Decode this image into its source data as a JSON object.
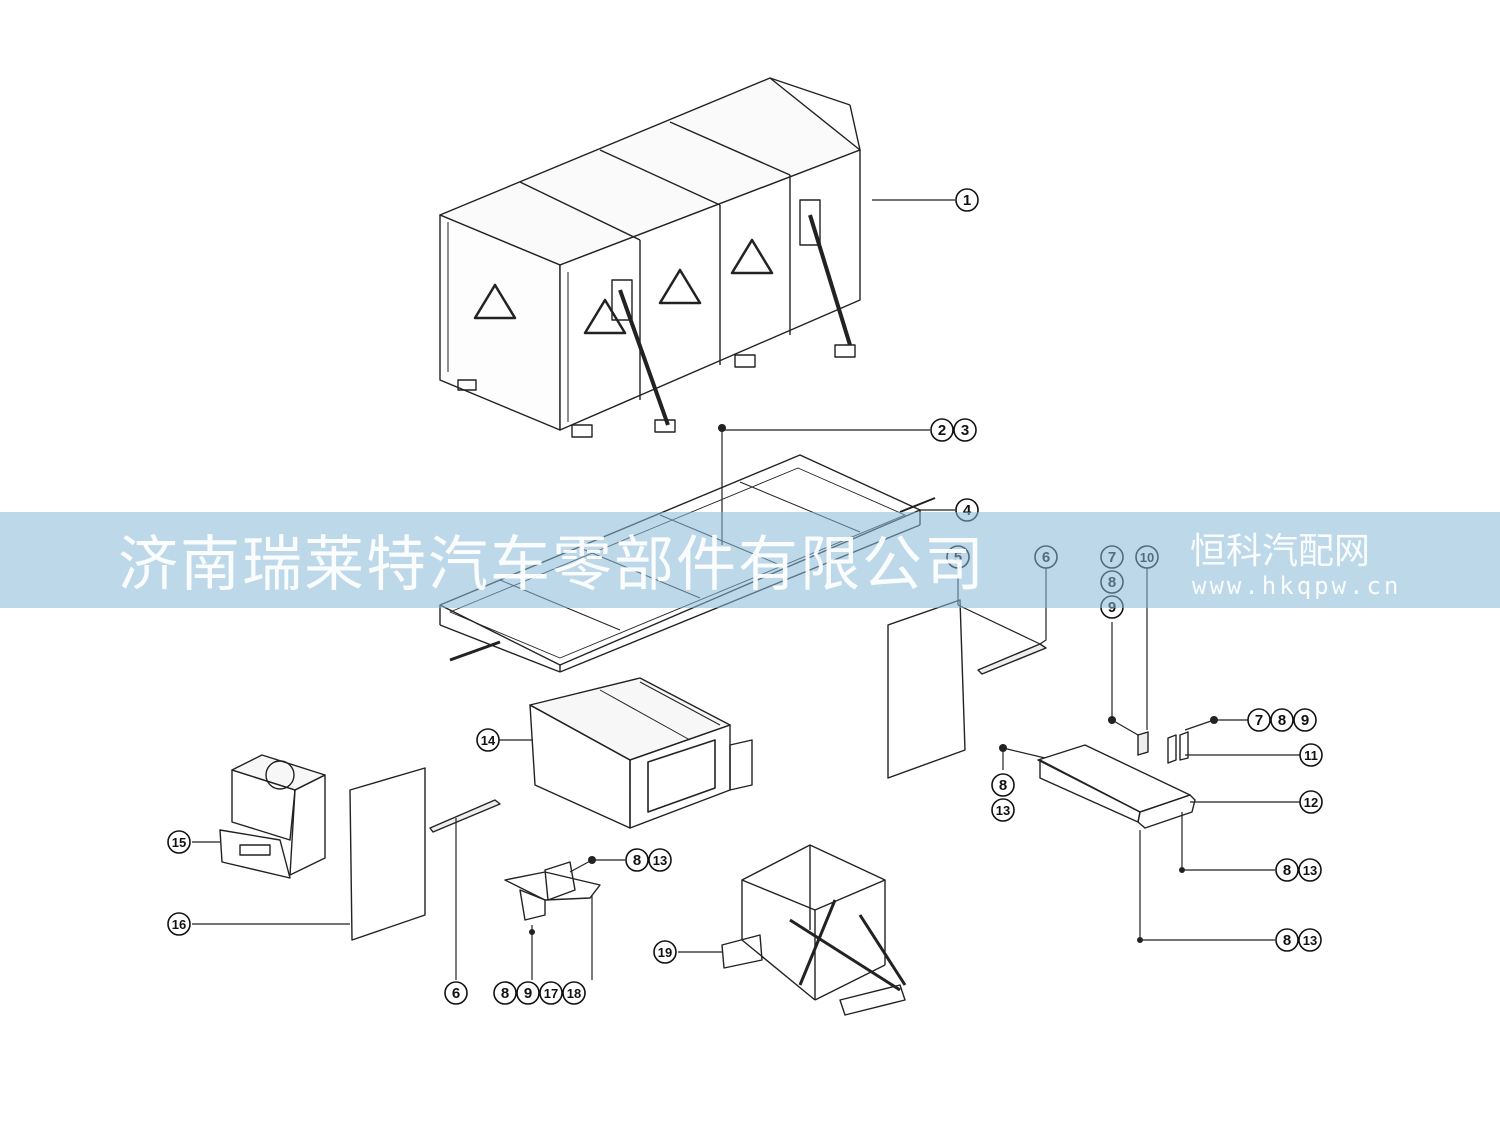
{
  "watermark": {
    "company": "济南瑞莱特汽车零部件有限公司",
    "site": "恒科汽配网",
    "url": "www.hkqpw.cn"
  },
  "callouts": [
    {
      "id": "c1",
      "labels": [
        "1"
      ]
    },
    {
      "id": "c2",
      "labels": [
        "2",
        "3"
      ]
    },
    {
      "id": "c3",
      "labels": [
        "4"
      ]
    },
    {
      "id": "c4",
      "labels": [
        "5"
      ]
    },
    {
      "id": "c5",
      "labels": [
        "6"
      ]
    },
    {
      "id": "c6",
      "labels": [
        "7",
        "8",
        "9"
      ]
    },
    {
      "id": "c7",
      "labels": [
        "10"
      ]
    },
    {
      "id": "c8",
      "labels": [
        "7",
        "8",
        "9"
      ]
    },
    {
      "id": "c9",
      "labels": [
        "11"
      ]
    },
    {
      "id": "c10",
      "labels": [
        "8",
        "13"
      ]
    },
    {
      "id": "c11",
      "labels": [
        "12"
      ]
    },
    {
      "id": "c12",
      "labels": [
        "8",
        "13"
      ]
    },
    {
      "id": "c13",
      "labels": [
        "8",
        "13"
      ]
    },
    {
      "id": "c14",
      "labels": [
        "14"
      ]
    },
    {
      "id": "c15",
      "labels": [
        "15"
      ]
    },
    {
      "id": "c16",
      "labels": [
        "16"
      ]
    },
    {
      "id": "c17",
      "labels": [
        "6"
      ]
    },
    {
      "id": "c18",
      "labels": [
        "8",
        "13"
      ]
    },
    {
      "id": "c19",
      "labels": [
        "8",
        "9",
        "17",
        "18"
      ]
    },
    {
      "id": "c20",
      "labels": [
        "19"
      ]
    }
  ]
}
